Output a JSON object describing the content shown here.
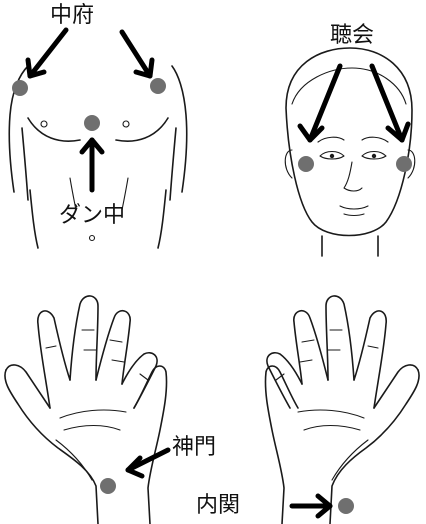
{
  "labels": {
    "chufu": "中府",
    "choue": "聴会",
    "danchu": "ダン中",
    "shinmon": "神門",
    "naikan": "内関"
  },
  "colors": {
    "point": "#6f6f6f",
    "line": "#1a1a1a"
  }
}
